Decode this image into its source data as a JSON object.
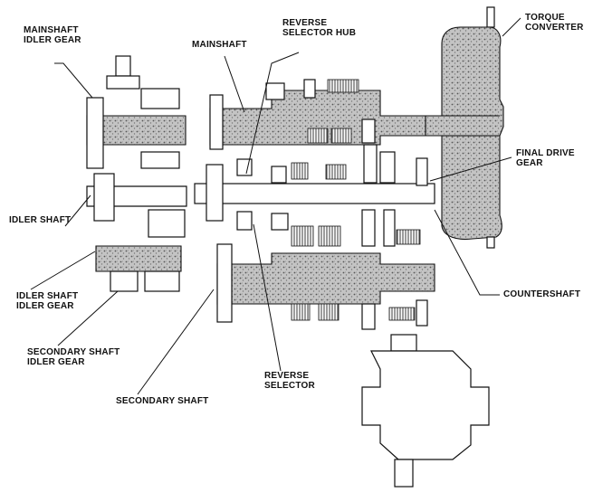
{
  "labels": {
    "mainshaft_idler_gear": [
      "MAINSHAFT",
      "IDLER GEAR"
    ],
    "mainshaft": "MAINSHAFT",
    "reverse_selector_hub": [
      "REVERSE",
      "SELECTOR HUB"
    ],
    "torque_converter": [
      "TORQUE",
      "CONVERTER"
    ],
    "final_drive_gear": [
      "FINAL DRIVE",
      "GEAR"
    ],
    "idler_shaft": "IDLER SHAFT",
    "idler_shaft_idler_gear": [
      "IDLER SHAFT",
      "IDLER GEAR"
    ],
    "secondary_shaft_idler_gear": [
      "SECONDARY SHAFT",
      "IDLER GEAR"
    ],
    "countershaft": "COUNTERSHAFT",
    "reverse_selector": [
      "REVERSE",
      "SELECTOR"
    ],
    "secondary_shaft": "SECONDARY SHAFT"
  },
  "colors": {
    "line": "#111111",
    "stipple": "#9a9a9a",
    "background": "#ffffff"
  }
}
